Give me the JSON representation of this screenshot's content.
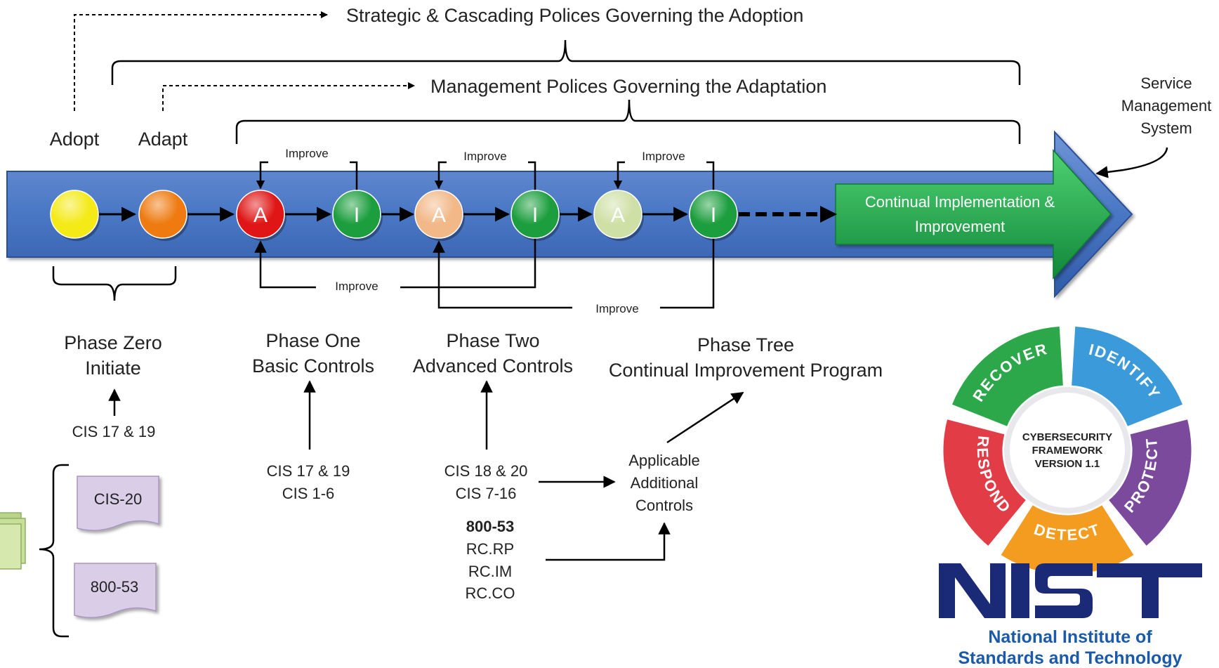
{
  "top": {
    "strategic": "Strategic & Cascading Polices Governing the Adoption",
    "management": "Management Polices Governing the Adaptation",
    "adopt": "Adopt",
    "adapt": "Adapt",
    "service_line1": "Service",
    "service_line2": "Management",
    "service_line3": "System"
  },
  "arrow": {
    "green_line1": "Continual Implementation &",
    "green_line2": "Improvement",
    "colors": {
      "blue": "#4a77c4",
      "green": "#1fa64a"
    }
  },
  "circles": [
    {
      "label": "",
      "color": "#f4ea18"
    },
    {
      "label": "",
      "color": "#ee7a10"
    },
    {
      "label": "A",
      "color": "#e01616"
    },
    {
      "label": "I",
      "color": "#1c9e3e"
    },
    {
      "label": "A",
      "color": "#f2b888"
    },
    {
      "label": "I",
      "color": "#1c9e3e"
    },
    {
      "label": "A",
      "color": "#cfe0a6"
    },
    {
      "label": "I",
      "color": "#1c9e3e"
    }
  ],
  "improve": {
    "top1": "Improve",
    "top2": "Improve",
    "top3": "Improve",
    "bottom1": "Improve",
    "bottom2": "Improve"
  },
  "phases": {
    "zero_line1": "Phase Zero",
    "zero_line2": "Initiate",
    "one_line1": "Phase One",
    "one_line2": "Basic Controls",
    "two_line1": "Phase Two",
    "two_line2": "Advanced Controls",
    "three_line1": "Phase Tree",
    "three_line2": "Continual Improvement Program"
  },
  "controls": {
    "zero": "CIS 17 & 19",
    "one_line1": "CIS 17 & 19",
    "one_line2": "CIS 1-6",
    "two_line1": "CIS 18 & 20",
    "two_line2": "CIS 7-16",
    "nist_title": "800-53",
    "nist_items": [
      "RC.RP",
      "RC.IM",
      "RC.CO"
    ],
    "applicable_line1": "Applicable",
    "applicable_line2": "Additional",
    "applicable_line3": "Controls"
  },
  "documents": {
    "doc1": "CIS-20",
    "doc2": "800-53"
  },
  "csf": {
    "segments": [
      "RECOVER",
      "IDENTIFY",
      "PROTECT",
      "DETECT",
      "RESPOND"
    ],
    "colors": [
      "#2ca84a",
      "#3b9ad9",
      "#7b4a9c",
      "#f39c1f",
      "#e23d47"
    ],
    "center_line1": "CYBERSECURITY",
    "center_line2": "FRAMEWORK",
    "center_line3": "VERSION 1.1"
  },
  "nist": {
    "logo": "NIST",
    "line1": "National Institute of",
    "line2": "Standards and Technology",
    "color": "#1b2a77"
  }
}
